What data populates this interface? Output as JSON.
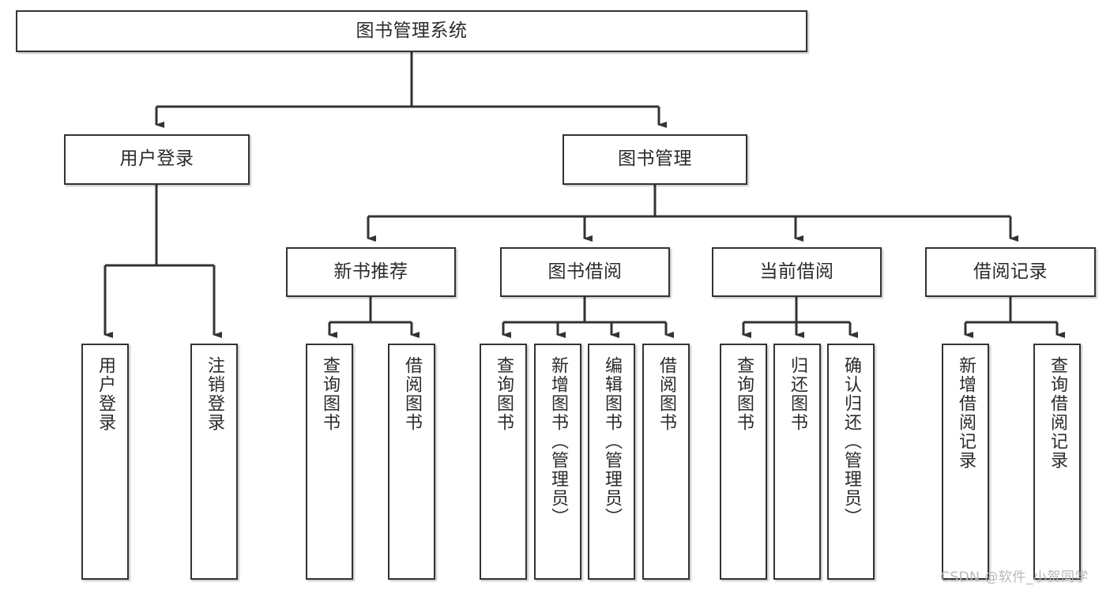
{
  "diagram": {
    "title": "图书管理系统",
    "type": "tree-hierarchy-chart",
    "orientation": "top-down",
    "colors": {
      "box_border": "#333333",
      "box_fill": "#ffffff",
      "connector": "#333333",
      "text": "#2b2b2b",
      "watermark": "#b9b9b9",
      "background": "#ffffff"
    }
  },
  "root": {
    "label": "图书管理系统"
  },
  "level2": [
    {
      "id": "user-login",
      "label": "用户登录"
    },
    {
      "id": "book-manage",
      "label": "图书管理"
    }
  ],
  "level3": [
    {
      "id": "new-book-rec",
      "label": "新书推荐",
      "parent": "book-manage"
    },
    {
      "id": "book-borrow",
      "label": "图书借阅",
      "parent": "book-manage"
    },
    {
      "id": "current-borrow",
      "label": "当前借阅",
      "parent": "book-manage"
    },
    {
      "id": "borrow-record",
      "label": "借阅记录",
      "parent": "book-manage"
    }
  ],
  "leaves": {
    "user-login": [
      {
        "id": "leaf-user-login",
        "label": "用户登录"
      },
      {
        "id": "leaf-user-logout",
        "label": "注销登录"
      }
    ],
    "new-book-rec": [
      {
        "id": "leaf-query-book-1",
        "label": "查询图书"
      },
      {
        "id": "leaf-borrow-book-1",
        "label": "借阅图书"
      }
    ],
    "book-borrow": [
      {
        "id": "leaf-query-book-2",
        "label": "查询图书"
      },
      {
        "id": "leaf-add-book",
        "label": "新增图书（管理员）"
      },
      {
        "id": "leaf-edit-book",
        "label": "编辑图书（管理员）"
      },
      {
        "id": "leaf-borrow-book-2",
        "label": "借阅图书"
      }
    ],
    "current-borrow": [
      {
        "id": "leaf-query-book-3",
        "label": "查询图书"
      },
      {
        "id": "leaf-return-book",
        "label": "归还图书"
      },
      {
        "id": "leaf-confirm-return",
        "label": "确认归还（管理员）"
      }
    ],
    "borrow-record": [
      {
        "id": "leaf-add-record",
        "label": "新增借阅记录"
      },
      {
        "id": "leaf-query-record",
        "label": "查询借阅记录"
      }
    ]
  },
  "watermark": {
    "text": "CSDN @软件_小贺同学"
  }
}
